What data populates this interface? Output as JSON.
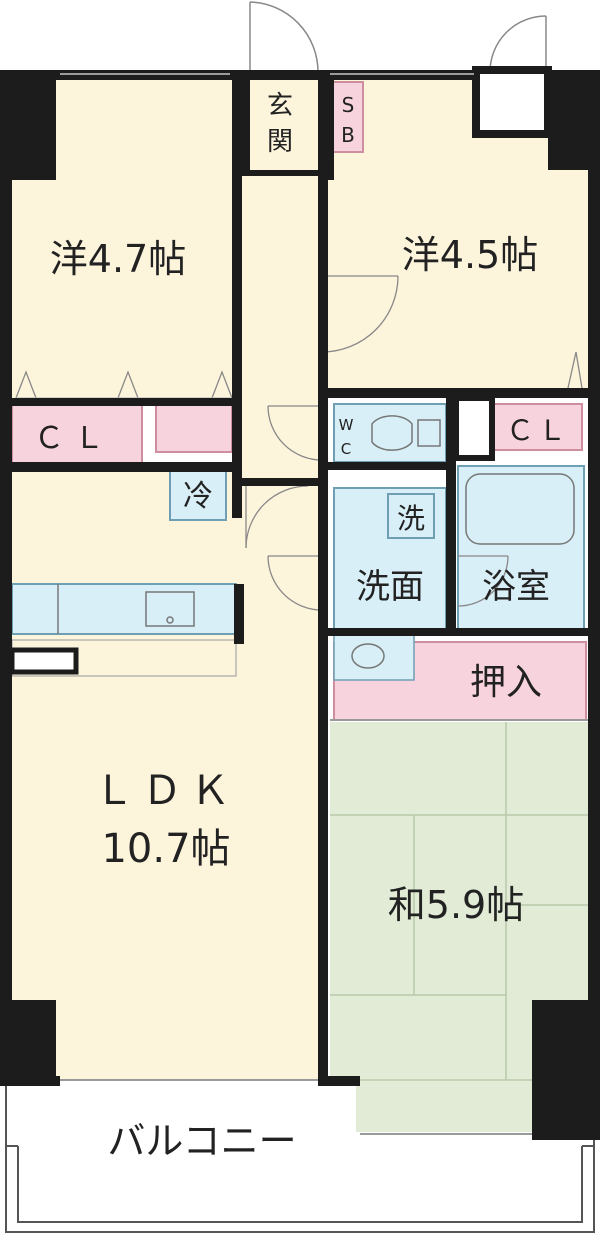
{
  "colors": {
    "wall": "#1c1c1c",
    "western_room": "#fdf4dc",
    "ldk": "#fdf4dc",
    "tatami": "#e1ebd6",
    "tatami_line": "#b9c9aa",
    "pink": "#f7d3dd",
    "pink_line": "#cf8e9f",
    "wet_area": "#d9eff7",
    "wet_line": "#6e9fb3",
    "fixture_stroke": "#777777"
  },
  "rooms": {
    "western_left": "洋4.7帖",
    "western_right": "洋4.5帖",
    "ldk_name": "ＬＤＫ",
    "ldk_size": "10.7帖",
    "japanese": "和5.9帖",
    "balcony": "バルコニー"
  },
  "closets": {
    "left": "ＣＬ",
    "right": "ＣＬ",
    "oshiire": "押入"
  },
  "utilities": {
    "genkan": [
      "玄",
      "関"
    ],
    "shoe_box": [
      "S",
      "B"
    ],
    "wc": [
      "W",
      "C"
    ],
    "fridge": "冷",
    "washer": "洗",
    "washroom": "洗面",
    "bathroom": "浴室"
  }
}
